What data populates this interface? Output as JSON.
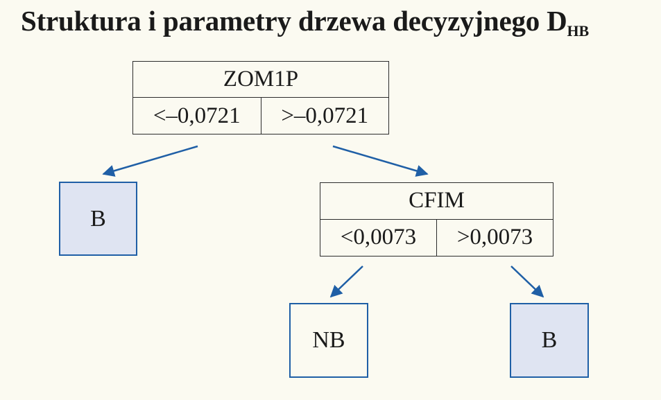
{
  "title": {
    "text": "Struktura i parametry drzewa decyzyjnego D",
    "subscript": "HB"
  },
  "colors": {
    "background": "#fbfaf1",
    "leaf_fill": "#dfe4f2",
    "leaf_plain": "#fbfaf1",
    "arrow": "#1f5fa6",
    "border": "#2b2b2b"
  },
  "nodes": {
    "root": {
      "label": "ZOM1P",
      "left": "<–0,0721",
      "right": ">–0,0721"
    },
    "cfim": {
      "label": "CFIM",
      "left": "<0,0073",
      "right": ">0,0073"
    }
  },
  "leaves": {
    "root_left": {
      "label": "B",
      "shaded": true
    },
    "cfim_left": {
      "label": "NB",
      "shaded": false
    },
    "cfim_right": {
      "label": "B",
      "shaded": true
    }
  }
}
